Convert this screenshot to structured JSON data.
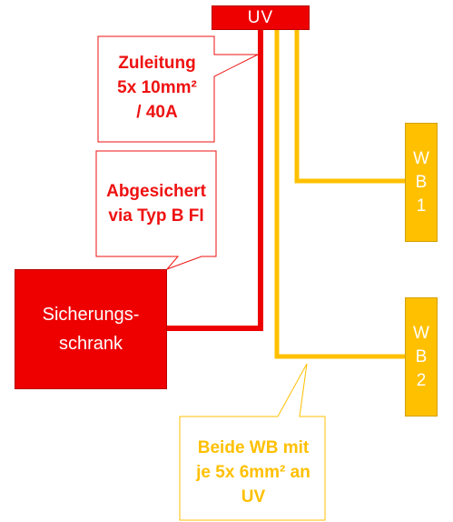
{
  "uv": {
    "label": "UV"
  },
  "sicherungsschrank": {
    "label": "Sicherungs-\nschrank"
  },
  "wallboxes": [
    {
      "label": "W\nB\n1"
    },
    {
      "label": "W\nB\n2"
    }
  ],
  "callouts": {
    "zuleitung": "Zuleitung\n5x 10mm²\n/ 40A",
    "abgesichert": "Abgesichert\nvia Typ B FI",
    "beide_wb": "Beide WB mit\nje 5x 6mm² an\nUV"
  },
  "colors": {
    "red": "#ee0000",
    "red_outline": "#ee1111",
    "yellow": "#ffc000"
  }
}
